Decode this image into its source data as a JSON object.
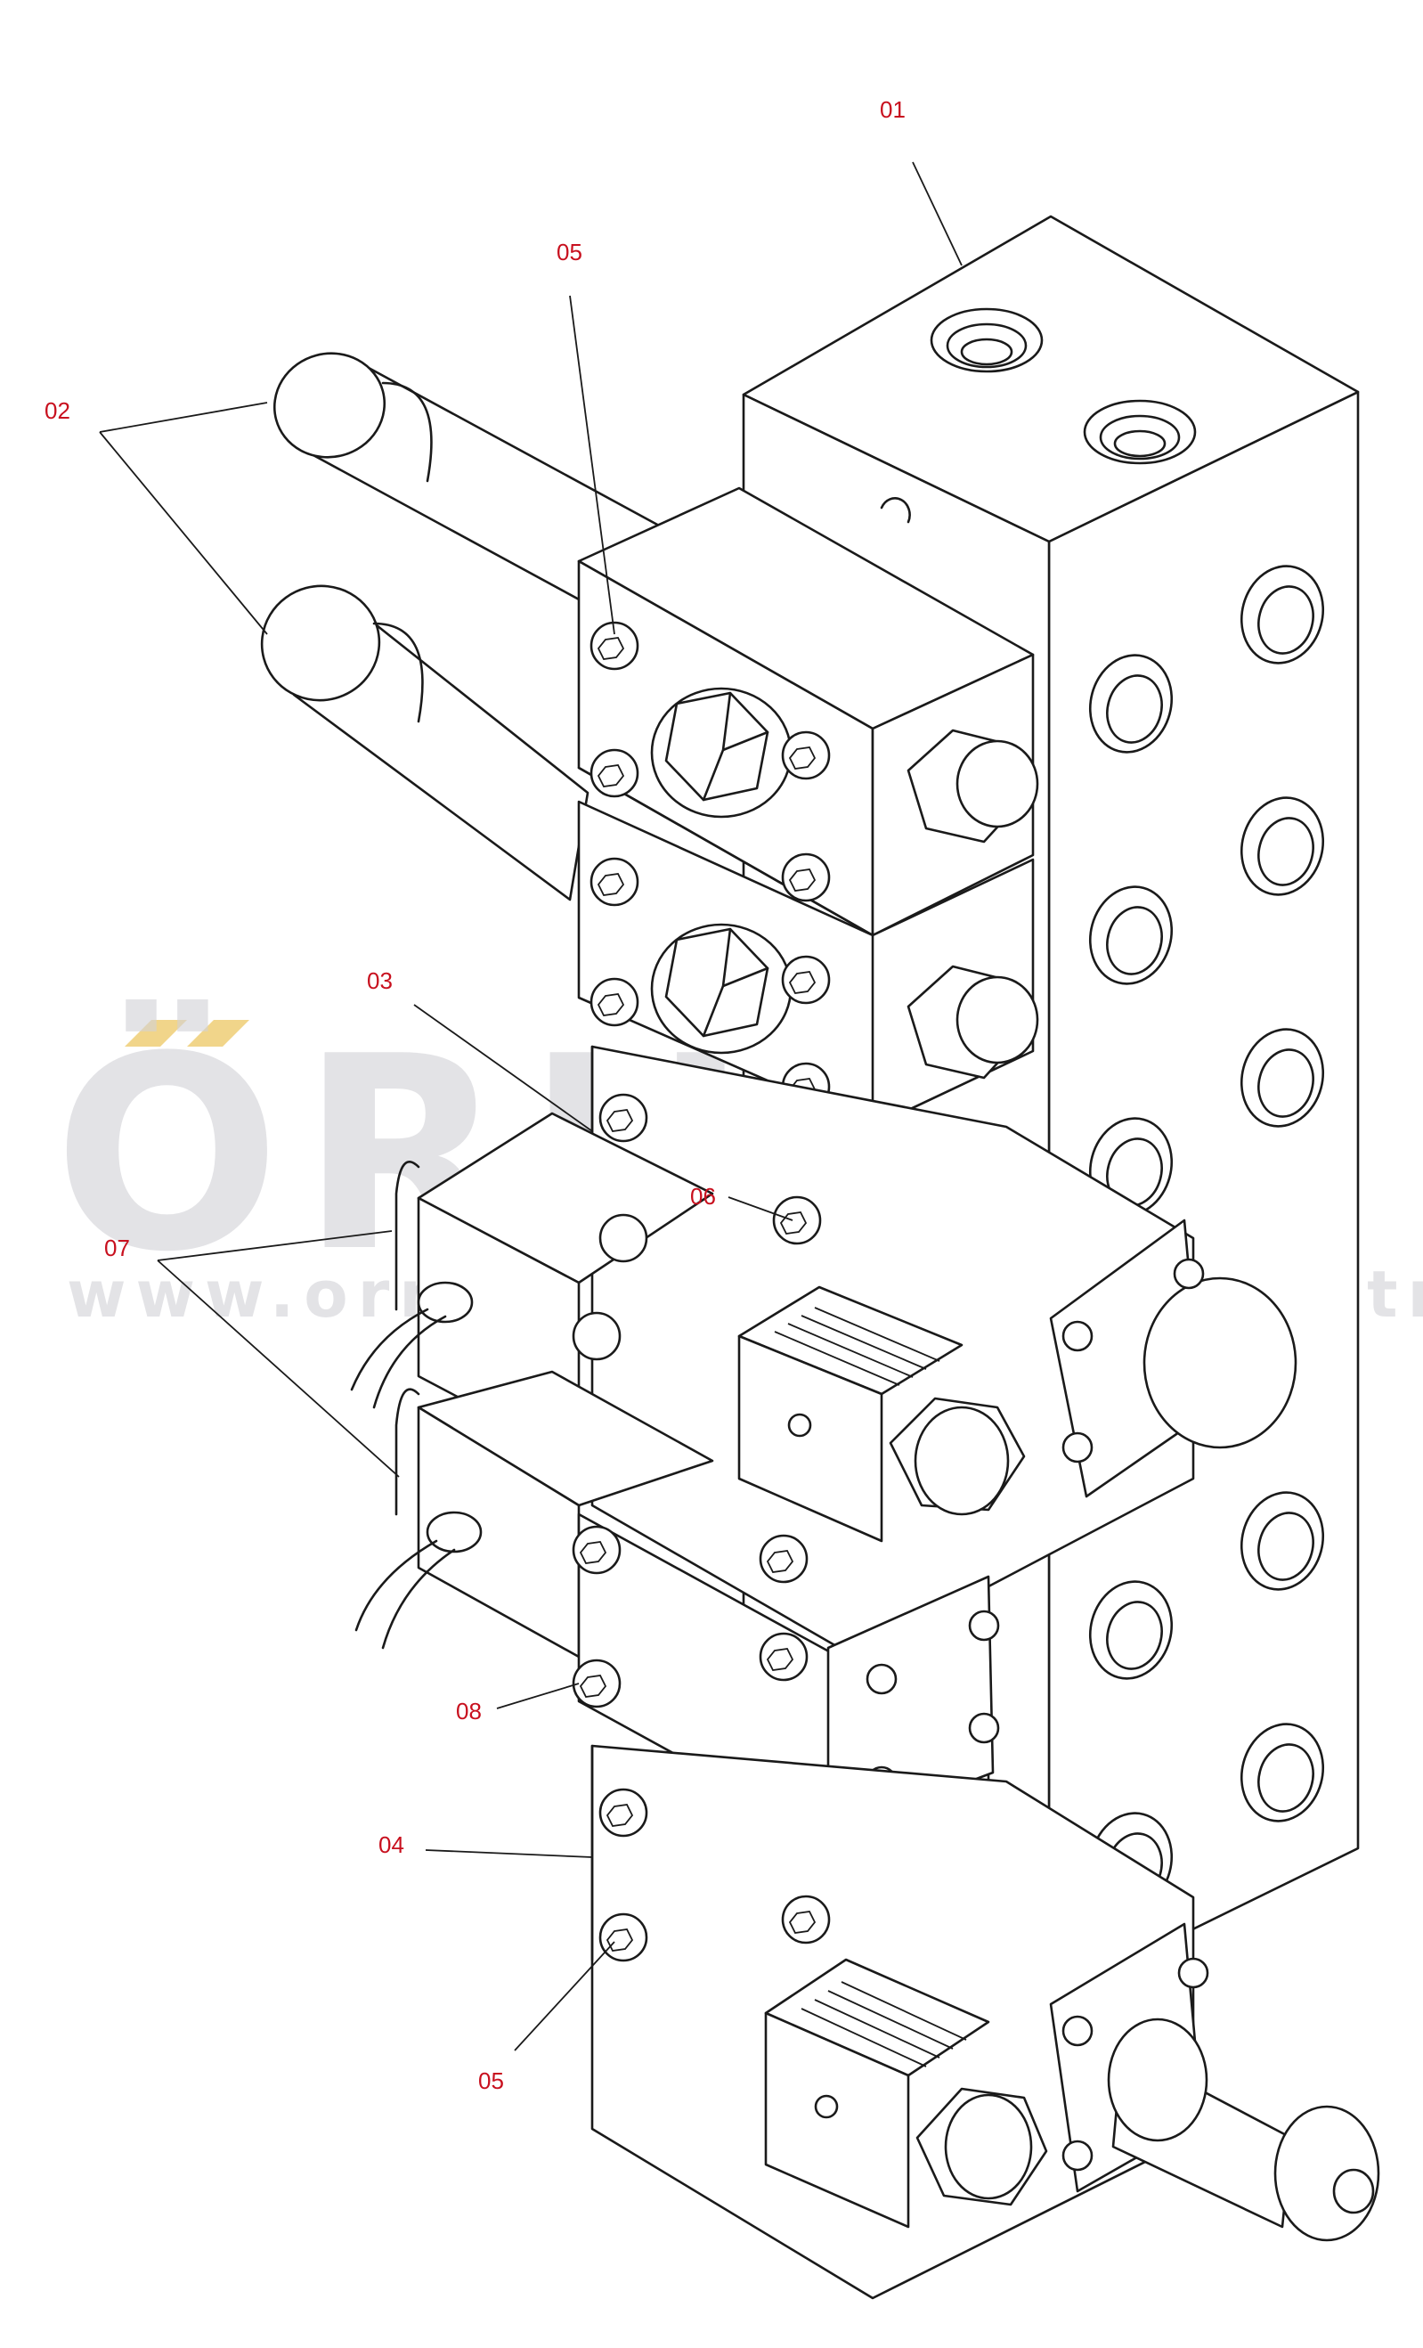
{
  "watermark": {
    "brand": "ÖRNEK",
    "url": "www.ornekiŝmakinalari.com.tr"
  },
  "callouts": [
    {
      "id": "c01",
      "text": "01"
    },
    {
      "id": "c02",
      "text": "02"
    },
    {
      "id": "c03",
      "text": "03"
    },
    {
      "id": "c04",
      "text": "04"
    },
    {
      "id": "c05a",
      "text": "05"
    },
    {
      "id": "c05b",
      "text": "05"
    },
    {
      "id": "c06",
      "text": "06"
    },
    {
      "id": "c07",
      "text": "07"
    },
    {
      "id": "c08",
      "text": "08"
    }
  ],
  "colors": {
    "callout": "#c8101e",
    "watermark": "#d2d2d6",
    "watermark_accent": "#f1d58a",
    "linework": "#1a1a1a"
  }
}
